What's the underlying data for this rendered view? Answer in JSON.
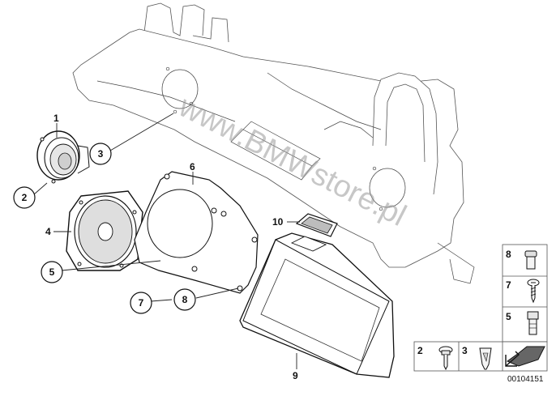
{
  "diagram": {
    "watermark": "www.BMWstore.pl",
    "part_code": "00104151",
    "callouts": [
      {
        "id": "c1",
        "label": "1",
        "circled": false
      },
      {
        "id": "c2",
        "label": "2",
        "circled": true
      },
      {
        "id": "c3",
        "label": "3",
        "circled": true
      },
      {
        "id": "c4",
        "label": "4",
        "circled": false
      },
      {
        "id": "c5",
        "label": "5",
        "circled": true
      },
      {
        "id": "c6",
        "label": "6",
        "circled": false
      },
      {
        "id": "c7",
        "label": "7",
        "circled": true
      },
      {
        "id": "c8",
        "label": "8",
        "circled": true
      },
      {
        "id": "c9",
        "label": "9",
        "circled": false
      },
      {
        "id": "c10",
        "label": "10",
        "circled": false
      }
    ],
    "legend": {
      "side": [
        {
          "label": "8",
          "icon": "cap-nut-icon"
        },
        {
          "label": "7",
          "icon": "screw-icon"
        },
        {
          "label": "5",
          "icon": "hex-bolt-icon"
        }
      ],
      "bottom": [
        {
          "label": "2",
          "icon": "screw-icon"
        },
        {
          "label": "3",
          "icon": "clip-nut-icon"
        },
        {
          "label": "",
          "icon": "arrow-icon"
        }
      ]
    }
  }
}
